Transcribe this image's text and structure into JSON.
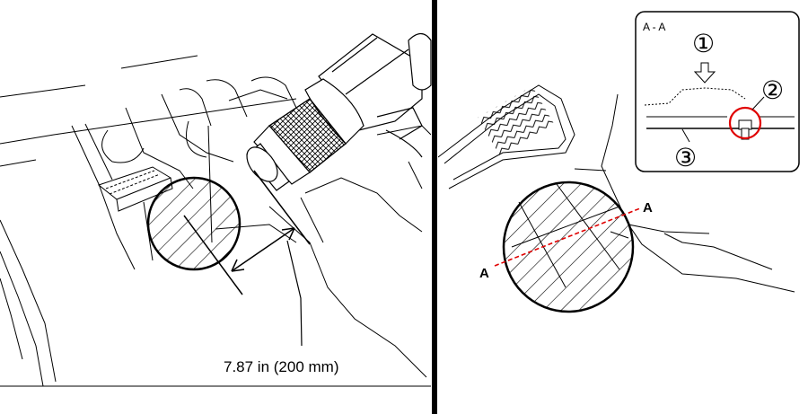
{
  "left_panel": {
    "dimension_label": "7.87 in (200 mm)"
  },
  "right_panel": {
    "section_marker_start": "A",
    "section_marker_end": "A",
    "inset": {
      "title": "A - A",
      "callouts": [
        "①",
        "②",
        "③"
      ]
    }
  },
  "colors": {
    "line": "#000000",
    "highlight": "#e00000",
    "background": "#ffffff"
  }
}
